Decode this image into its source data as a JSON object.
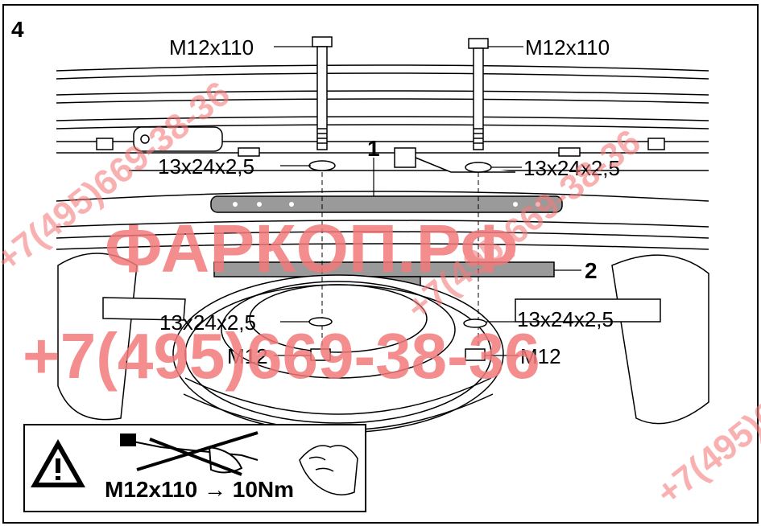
{
  "step_number": "4",
  "labels": {
    "bolt_left": "M12x110",
    "bolt_right": "M12x110",
    "washer_top_left": "13x24x2,5",
    "washer_top_right": "13x24x2,5",
    "washer_bottom_left": "13x24x2,5",
    "washer_bottom_right": "13x24x2,5",
    "nut_left": "M12",
    "nut_right": "M12",
    "part_1": "1",
    "part_2": "2"
  },
  "warning": {
    "torque_spec": "M12x110 → 10Nm",
    "icon": "warning-triangle-icon"
  },
  "watermark": {
    "brand": "ФАРКОП.РФ",
    "phone": "+7(495)669-38-36",
    "color": "#f27a7a"
  },
  "colors": {
    "line": "#000000",
    "part_fill": "#9a9a9a",
    "watermark": "#f27a7a"
  }
}
